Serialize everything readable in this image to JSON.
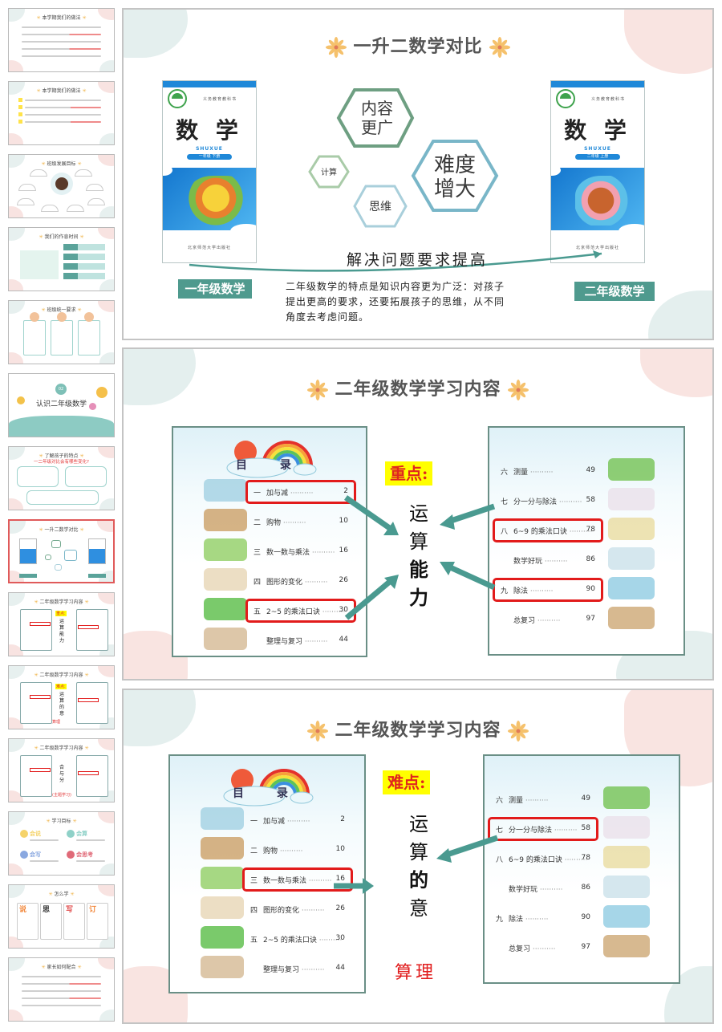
{
  "sidebar": {
    "selected_index": 7,
    "thumbnails": [
      {
        "title": "本学期我们的做法",
        "kind": "list"
      },
      {
        "title": "本学期我们的做法",
        "kind": "list-highlight"
      },
      {
        "title": "班级发展目标",
        "kind": "goals"
      },
      {
        "title": "我们的作息时间",
        "kind": "schedule"
      },
      {
        "title": "班级统一要求",
        "kind": "three-cards"
      },
      {
        "title": "认识二年级数学",
        "kind": "section",
        "badge": "02"
      },
      {
        "title": "了解孩子的特点",
        "subtitle": "一二年级对比会有哪些变化?",
        "kind": "bubbles"
      },
      {
        "title": "一升二数学对比",
        "kind": "compare"
      },
      {
        "title": "二年级数学学习内容",
        "kind": "toc",
        "keyword": "重点:",
        "vertical": "运算能力"
      },
      {
        "title": "二年级数学学习内容",
        "kind": "toc",
        "keyword": "难点:",
        "vertical": "运算的意",
        "note": "算理"
      },
      {
        "title": "二年级数学学习内容",
        "kind": "toc",
        "vertical": "合与分",
        "note": "(主题学习)"
      },
      {
        "title": "学习目标",
        "kind": "goals4",
        "items": [
          "会说",
          "会算",
          "会写",
          "会思考"
        ]
      },
      {
        "title": "怎么学",
        "kind": "cards4",
        "items": [
          "说",
          "思",
          "写",
          "订"
        ]
      },
      {
        "title": "家长如何配合",
        "kind": "list"
      }
    ]
  },
  "slide1": {
    "title": "一升二数学对比",
    "left_book": {
      "series": "义务教育教科书",
      "name": "数 学",
      "pinyin": "SHUXUE",
      "grade": "一年级 下册",
      "publisher": "北京师范大学出版社",
      "label": "一年级数学"
    },
    "right_book": {
      "series": "义务教育教科书",
      "name": "数 学",
      "pinyin": "SHUXUE",
      "grade": "二年级 上册",
      "publisher": "北京师范大学出版社",
      "label": "二年级数学"
    },
    "hexagons": {
      "content": [
        "内容",
        "更广"
      ],
      "difficulty": [
        "难度",
        "增大"
      ],
      "calc": "计算",
      "thinking": "思维"
    },
    "arrow_caption": "解决问题要求提高",
    "description": [
      "二年级数学的特点是知识内容更为广泛：对孩子",
      "提出更高的要求，还要拓展孩子的思维，从不同",
      "角度去考虑问题。"
    ],
    "colors": {
      "hex_green": "#6e9f82",
      "hex_light_green": "#a9cba8",
      "hex_blue": "#79b6c8",
      "hex_light_blue": "#a9cfdb",
      "tag": "#4f9a8e"
    }
  },
  "slide2": {
    "title": "二年级数学学习内容",
    "toc_header": "目 录",
    "left_toc": [
      {
        "num": "一",
        "name": "加与减",
        "page": "2",
        "highlight": true
      },
      {
        "num": "二",
        "name": "购物",
        "page": "10",
        "highlight": false
      },
      {
        "num": "三",
        "name": "数一数与乘法",
        "page": "16",
        "highlight": false
      },
      {
        "num": "四",
        "name": "图形的变化",
        "page": "26",
        "highlight": false
      },
      {
        "num": "五",
        "name": "2~5 的乘法口诀",
        "page": "30",
        "highlight": true
      },
      {
        "num": "",
        "name": "整理与复习",
        "page": "44",
        "highlight": false
      }
    ],
    "right_toc": [
      {
        "num": "六",
        "name": "测量",
        "page": "49",
        "highlight": false
      },
      {
        "num": "七",
        "name": "分一分与除法",
        "page": "58",
        "highlight": false
      },
      {
        "num": "八",
        "name": "6~9 的乘法口诀",
        "page": "78",
        "highlight": true
      },
      {
        "num": "",
        "name": "数学好玩",
        "page": "86",
        "highlight": false
      },
      {
        "num": "九",
        "name": "除法",
        "page": "90",
        "highlight": true
      },
      {
        "num": "",
        "name": "总复习",
        "page": "97",
        "highlight": false
      }
    ],
    "keyword": "重点:",
    "vertical": [
      "运",
      "算",
      "能",
      "力"
    ]
  },
  "slide3": {
    "title": "二年级数学学习内容",
    "toc_header": "目 录",
    "left_toc": [
      {
        "num": "一",
        "name": "加与减",
        "page": "2",
        "highlight": false
      },
      {
        "num": "二",
        "name": "购物",
        "page": "10",
        "highlight": false
      },
      {
        "num": "三",
        "name": "数一数与乘法",
        "page": "16",
        "highlight": true
      },
      {
        "num": "四",
        "name": "图形的变化",
        "page": "26",
        "highlight": false
      },
      {
        "num": "五",
        "name": "2~5 的乘法口诀",
        "page": "30",
        "highlight": false
      },
      {
        "num": "",
        "name": "整理与复习",
        "page": "44",
        "highlight": false
      }
    ],
    "right_toc": [
      {
        "num": "六",
        "name": "测量",
        "page": "49",
        "highlight": false
      },
      {
        "num": "七",
        "name": "分一分与除法",
        "page": "58",
        "highlight": true
      },
      {
        "num": "八",
        "name": "6~9 的乘法口诀",
        "page": "78",
        "highlight": false
      },
      {
        "num": "",
        "name": "数学好玩",
        "page": "86",
        "highlight": false
      },
      {
        "num": "九",
        "name": "除法",
        "page": "90",
        "highlight": false
      },
      {
        "num": "",
        "name": "总复习",
        "page": "97",
        "highlight": false
      }
    ],
    "keyword": "难点:",
    "vertical": [
      "运",
      "算",
      "的",
      "意"
    ],
    "note": "算理"
  },
  "colors": {
    "arrow": "#4a9a90",
    "highlight": "#e21b1b",
    "keyword_bg": "#ffff00",
    "keyword_text": "#e0261e",
    "selected_thumb": "#e05a5a"
  }
}
